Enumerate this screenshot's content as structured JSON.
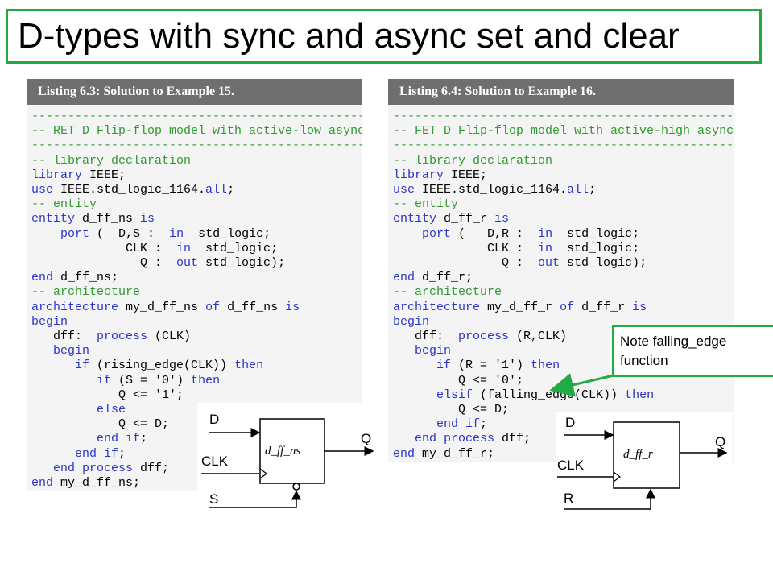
{
  "title": "D-types with sync and async set and clear",
  "callout": {
    "line1": "Note falling_edge",
    "line2": "function"
  },
  "listing_left": {
    "header": "Listing 6.3: Solution to Example 15.",
    "lines": [
      [
        [
          "cm",
          "------------------------------------------------"
        ]
      ],
      [
        [
          "cm",
          "-- RET D Flip-flop model with active-low asynchronous set input."
        ]
      ],
      [
        [
          "cm",
          "------------------------------------------------"
        ]
      ],
      [
        [
          "cm",
          "-- library declaration"
        ]
      ],
      [
        [
          "kw",
          "library"
        ],
        [
          "t",
          " IEEE;"
        ]
      ],
      [
        [
          "kw",
          "use"
        ],
        [
          "t",
          " IEEE.std_logic_1164."
        ],
        [
          "kw",
          "all"
        ],
        [
          "t",
          ";"
        ]
      ],
      [
        [
          "cm",
          "-- entity"
        ]
      ],
      [
        [
          "kw",
          "entity"
        ],
        [
          "t",
          " d_ff_ns "
        ],
        [
          "kw",
          "is"
        ]
      ],
      [
        [
          "t",
          "    "
        ],
        [
          "kw",
          "port"
        ],
        [
          "t",
          " (  D,S :  "
        ],
        [
          "kw",
          "in"
        ],
        [
          "t",
          "  std_logic;"
        ]
      ],
      [
        [
          "t",
          "             CLK :  "
        ],
        [
          "kw",
          "in"
        ],
        [
          "t",
          "  std_logic;"
        ]
      ],
      [
        [
          "t",
          "               Q :  "
        ],
        [
          "kw",
          "out"
        ],
        [
          "t",
          " std_logic);"
        ]
      ],
      [
        [
          "kw",
          "end"
        ],
        [
          "t",
          " d_ff_ns;"
        ]
      ],
      [
        [
          "cm",
          "-- architecture"
        ]
      ],
      [
        [
          "kw",
          "architecture"
        ],
        [
          "t",
          " my_d_ff_ns "
        ],
        [
          "kw",
          "of"
        ],
        [
          "t",
          " d_ff_ns "
        ],
        [
          "kw",
          "is"
        ]
      ],
      [
        [
          "kw",
          "begin"
        ]
      ],
      [
        [
          "t",
          "   dff:  "
        ],
        [
          "kw",
          "process"
        ],
        [
          "t",
          " (CLK)"
        ]
      ],
      [
        [
          "t",
          "   "
        ],
        [
          "kw",
          "begin"
        ]
      ],
      [
        [
          "t",
          "      "
        ],
        [
          "kw",
          "if"
        ],
        [
          "t",
          " (rising_edge(CLK)) "
        ],
        [
          "kw",
          "then"
        ]
      ],
      [
        [
          "t",
          "         "
        ],
        [
          "kw",
          "if"
        ],
        [
          "t",
          " (S = '0') "
        ],
        [
          "kw",
          "then"
        ]
      ],
      [
        [
          "t",
          "            Q <= '1';"
        ]
      ],
      [
        [
          "t",
          "         "
        ],
        [
          "kw",
          "else"
        ]
      ],
      [
        [
          "t",
          "            Q <= D;"
        ]
      ],
      [
        [
          "t",
          "         "
        ],
        [
          "kw",
          "end if"
        ],
        [
          "t",
          ";"
        ]
      ],
      [
        [
          "t",
          "      "
        ],
        [
          "kw",
          "end if"
        ],
        [
          "t",
          ";"
        ]
      ],
      [
        [
          "t",
          "   "
        ],
        [
          "kw",
          "end process"
        ],
        [
          "t",
          " dff;"
        ]
      ],
      [
        [
          "kw",
          "end"
        ],
        [
          "t",
          " my_d_ff_ns;"
        ]
      ]
    ]
  },
  "listing_right": {
    "header": "Listing 6.4: Solution to Example 16.",
    "lines": [
      [
        [
          "cm",
          "------------------------------------------------"
        ]
      ],
      [
        [
          "cm",
          "-- FET D Flip-flop model with active-high asynchronous reset input."
        ]
      ],
      [
        [
          "cm",
          "------------------------------------------------"
        ]
      ],
      [
        [
          "cm",
          "-- library declaration"
        ]
      ],
      [
        [
          "kw",
          "library"
        ],
        [
          "t",
          " IEEE;"
        ]
      ],
      [
        [
          "kw",
          "use"
        ],
        [
          "t",
          " IEEE.std_logic_1164."
        ],
        [
          "kw",
          "all"
        ],
        [
          "t",
          ";"
        ]
      ],
      [
        [
          "cm",
          "-- entity"
        ]
      ],
      [
        [
          "kw",
          "entity"
        ],
        [
          "t",
          " d_ff_r "
        ],
        [
          "kw",
          "is"
        ]
      ],
      [
        [
          "t",
          "    "
        ],
        [
          "kw",
          "port"
        ],
        [
          "t",
          " (   D,R :  "
        ],
        [
          "kw",
          "in"
        ],
        [
          "t",
          "  std_logic;"
        ]
      ],
      [
        [
          "t",
          "             CLK :  "
        ],
        [
          "kw",
          "in"
        ],
        [
          "t",
          "  std_logic;"
        ]
      ],
      [
        [
          "t",
          "               Q :  "
        ],
        [
          "kw",
          "out"
        ],
        [
          "t",
          " std_logic);"
        ]
      ],
      [
        [
          "kw",
          "end"
        ],
        [
          "t",
          " d_ff_r;"
        ]
      ],
      [
        [
          "cm",
          "-- architecture"
        ]
      ],
      [
        [
          "kw",
          "architecture"
        ],
        [
          "t",
          " my_d_ff_r "
        ],
        [
          "kw",
          "of"
        ],
        [
          "t",
          " d_ff_r "
        ],
        [
          "kw",
          "is"
        ]
      ],
      [
        [
          "kw",
          "begin"
        ]
      ],
      [
        [
          "t",
          "   dff:  "
        ],
        [
          "kw",
          "process"
        ],
        [
          "t",
          " (R,CLK)"
        ]
      ],
      [
        [
          "t",
          "   "
        ],
        [
          "kw",
          "begin"
        ]
      ],
      [
        [
          "t",
          "      "
        ],
        [
          "kw",
          "if"
        ],
        [
          "t",
          " (R = '1') "
        ],
        [
          "kw",
          "then"
        ]
      ],
      [
        [
          "t",
          "         Q <= '0';"
        ]
      ],
      [
        [
          "t",
          "      "
        ],
        [
          "kw",
          "elsif"
        ],
        [
          "t",
          " (falling_edge(CLK)) "
        ],
        [
          "kw",
          "then"
        ]
      ],
      [
        [
          "t",
          "         Q <= D;"
        ]
      ],
      [
        [
          "t",
          "      "
        ],
        [
          "kw",
          "end if"
        ],
        [
          "t",
          ";"
        ]
      ],
      [
        [
          "t",
          "   "
        ],
        [
          "kw",
          "end process"
        ],
        [
          "t",
          " dff;"
        ]
      ],
      [
        [
          "kw",
          "end"
        ],
        [
          "t",
          " my_d_ff_r;"
        ]
      ]
    ]
  },
  "diagram_left": {
    "d": "D",
    "clk": "CLK",
    "s": "S",
    "q": "Q",
    "block_label": "d_ff_ns"
  },
  "diagram_right": {
    "d": "D",
    "clk": "CLK",
    "r": "R",
    "q": "Q",
    "block_label": "d_ff_r"
  }
}
